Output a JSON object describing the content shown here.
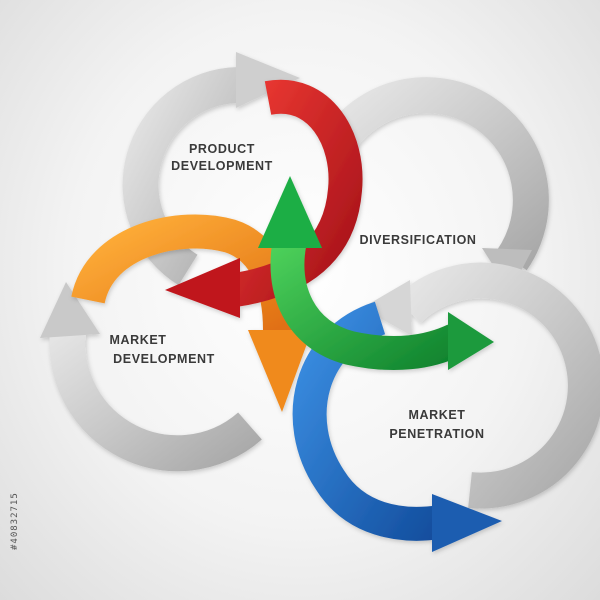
{
  "labels": {
    "product_development": [
      "PRODUCT",
      "DEVELOPMENT"
    ],
    "diversification": "DIVERSIFICATION",
    "market_development": [
      "MARKET",
      "DEVELOPMENT"
    ],
    "market_penetration": [
      "MARKET",
      "PENETRATION"
    ]
  },
  "watermark_id": "#40832715",
  "colors": {
    "gray_ring": "#c6c6c6",
    "red": "#d01a1f",
    "orange": "#f08a1c",
    "green": "#1da842",
    "blue": "#1c63b7"
  },
  "icons": {
    "cycle": "circular-arrow-ring",
    "arrow": "arrowhead"
  }
}
